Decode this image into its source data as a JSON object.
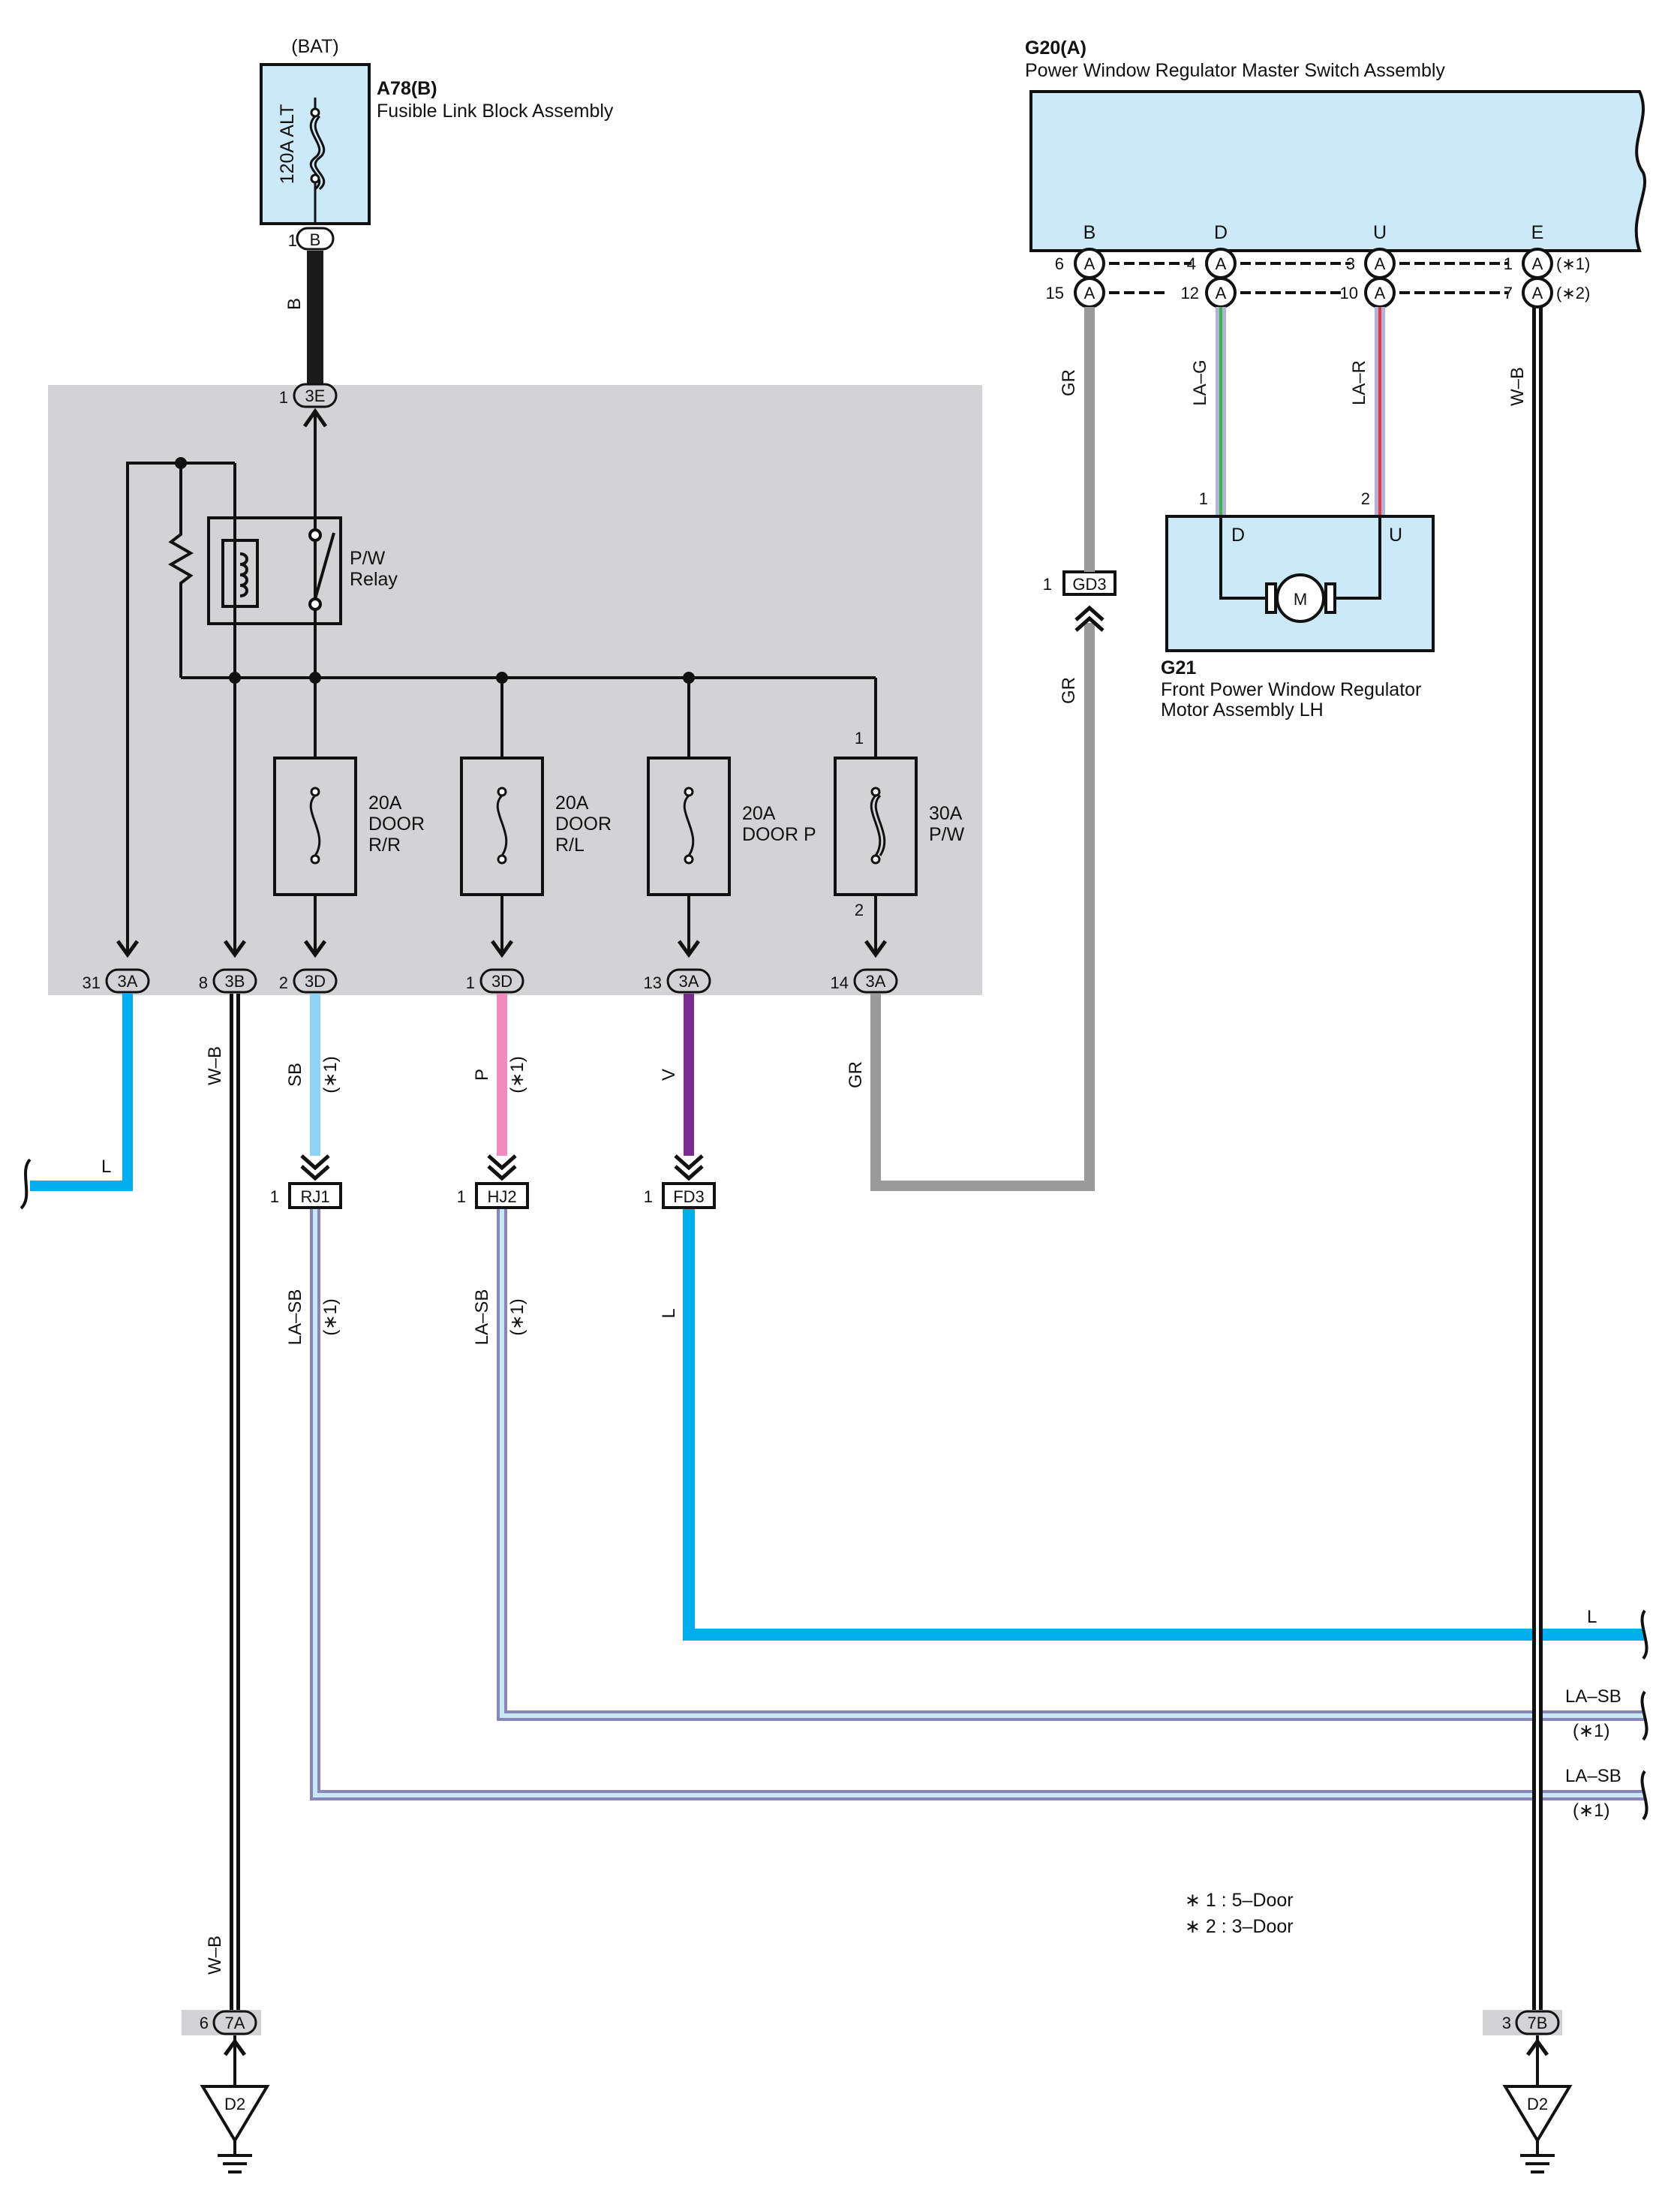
{
  "components": {
    "bat_label": "(BAT)",
    "fusible_link": {
      "code": "A78(B)",
      "name": "Fusible Link Block Assembly",
      "fuse": "120A ALT",
      "pin": "1",
      "connector": "B"
    },
    "master_switch": {
      "code": "G20(A)",
      "name": "Power Window Regulator Master Switch Assembly",
      "terminals": [
        "B",
        "D",
        "U",
        "E"
      ]
    },
    "motor": {
      "code": "G21",
      "name_line1": "Front Power Window Regulator",
      "name_line2": "Motor Assembly LH",
      "term_d": "D",
      "term_u": "U",
      "symbol": "M",
      "pin1": "1",
      "pin2": "2"
    },
    "relay": {
      "line1": "P/W",
      "line2": "Relay"
    },
    "fuses": [
      {
        "amp": "20A",
        "line2": "DOOR",
        "line3": "R/R"
      },
      {
        "amp": "20A",
        "line2": "DOOR",
        "line3": "R/L"
      },
      {
        "amp": "20A",
        "line2": "DOOR P",
        "line3": ""
      },
      {
        "amp": "30A",
        "line2": "P/W",
        "line3": ""
      }
    ],
    "fuse_pw_pins": {
      "top": "1",
      "bottom": "2"
    },
    "ground_left": {
      "connector": "7A",
      "pin": "6",
      "ground": "D2"
    },
    "ground_right": {
      "connector": "7B",
      "pin": "3",
      "ground": "D2"
    }
  },
  "connectors": {
    "j_3e": {
      "pin": "1",
      "id": "3E"
    },
    "bottom": [
      {
        "pin": "31",
        "id": "3A"
      },
      {
        "pin": "8",
        "id": "3B"
      },
      {
        "pin": "2",
        "id": "3D"
      },
      {
        "pin": "1",
        "id": "3D"
      },
      {
        "pin": "13",
        "id": "3A"
      },
      {
        "pin": "14",
        "id": "3A"
      }
    ],
    "g20_row1": [
      {
        "pin": "6",
        "id": "A"
      },
      {
        "pin": "4",
        "id": "A"
      },
      {
        "pin": "3",
        "id": "A"
      },
      {
        "pin": "1",
        "id": "A",
        "note": "(∗1)"
      }
    ],
    "g20_row2": [
      {
        "pin": "15",
        "id": "A"
      },
      {
        "pin": "12",
        "id": "A"
      },
      {
        "pin": "10",
        "id": "A"
      },
      {
        "pin": "7",
        "id": "A",
        "note": "(∗2)"
      }
    ],
    "inline": [
      {
        "pin": "1",
        "id": "GD3"
      },
      {
        "pin": "1",
        "id": "RJ1"
      },
      {
        "pin": "1",
        "id": "HJ2"
      },
      {
        "pin": "1",
        "id": "FD3"
      }
    ]
  },
  "wires": {
    "b": "B",
    "l_left": "L",
    "wb": "W–B",
    "sb": "SB",
    "p": "P",
    "v": "V",
    "gr": "GR",
    "la_g": "LA–G",
    "la_r": "LA–R",
    "la_sb": "LA–SB",
    "l": "L",
    "star1": "(∗1)"
  },
  "notes": {
    "n1": "∗ 1 : 5–Door",
    "n2": "∗ 2 : 3–Door"
  },
  "colors": {
    "box_fill": "#cce9f7",
    "junction_fill": "#d3d3d6",
    "wire_black": "#1a1a1a",
    "wire_blue": "#00aeef",
    "wire_sky": "#8dd3f5",
    "wire_pink": "#f28bbd",
    "wire_violet": "#7b2c91",
    "wire_gray": "#9a9a9a",
    "wire_lavender": "#b3b0d9",
    "wire_green": "#3ab54a",
    "wire_red": "#e5373d"
  }
}
